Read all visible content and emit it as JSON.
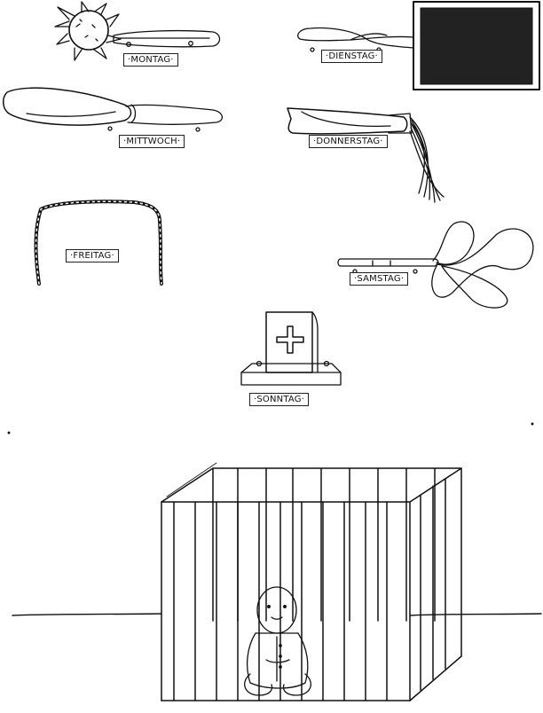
{
  "labels": {
    "monday": "·MONTAG·",
    "tuesday": "·DIENSTAG·",
    "wednesday": "·MITTWOCH·",
    "thursday": "·DONNERSTAG·",
    "friday": "·FREITAG·",
    "saturday": "·SAMSTAG·",
    "sunday": "·SONNTAG·"
  },
  "icons": {
    "monday": "morning-star-mace-icon",
    "tuesday": "carpet-beater-grid-icon",
    "wednesday": "club-icon",
    "thursday": "cat-o-nine-tails-whip-icon",
    "friday": "chain-icon",
    "saturday": "rug-beater-icon",
    "sunday": "bible-icon",
    "child": "caged-child-icon"
  },
  "colors": {
    "ink": "#111111",
    "paper": "#ffffff"
  }
}
